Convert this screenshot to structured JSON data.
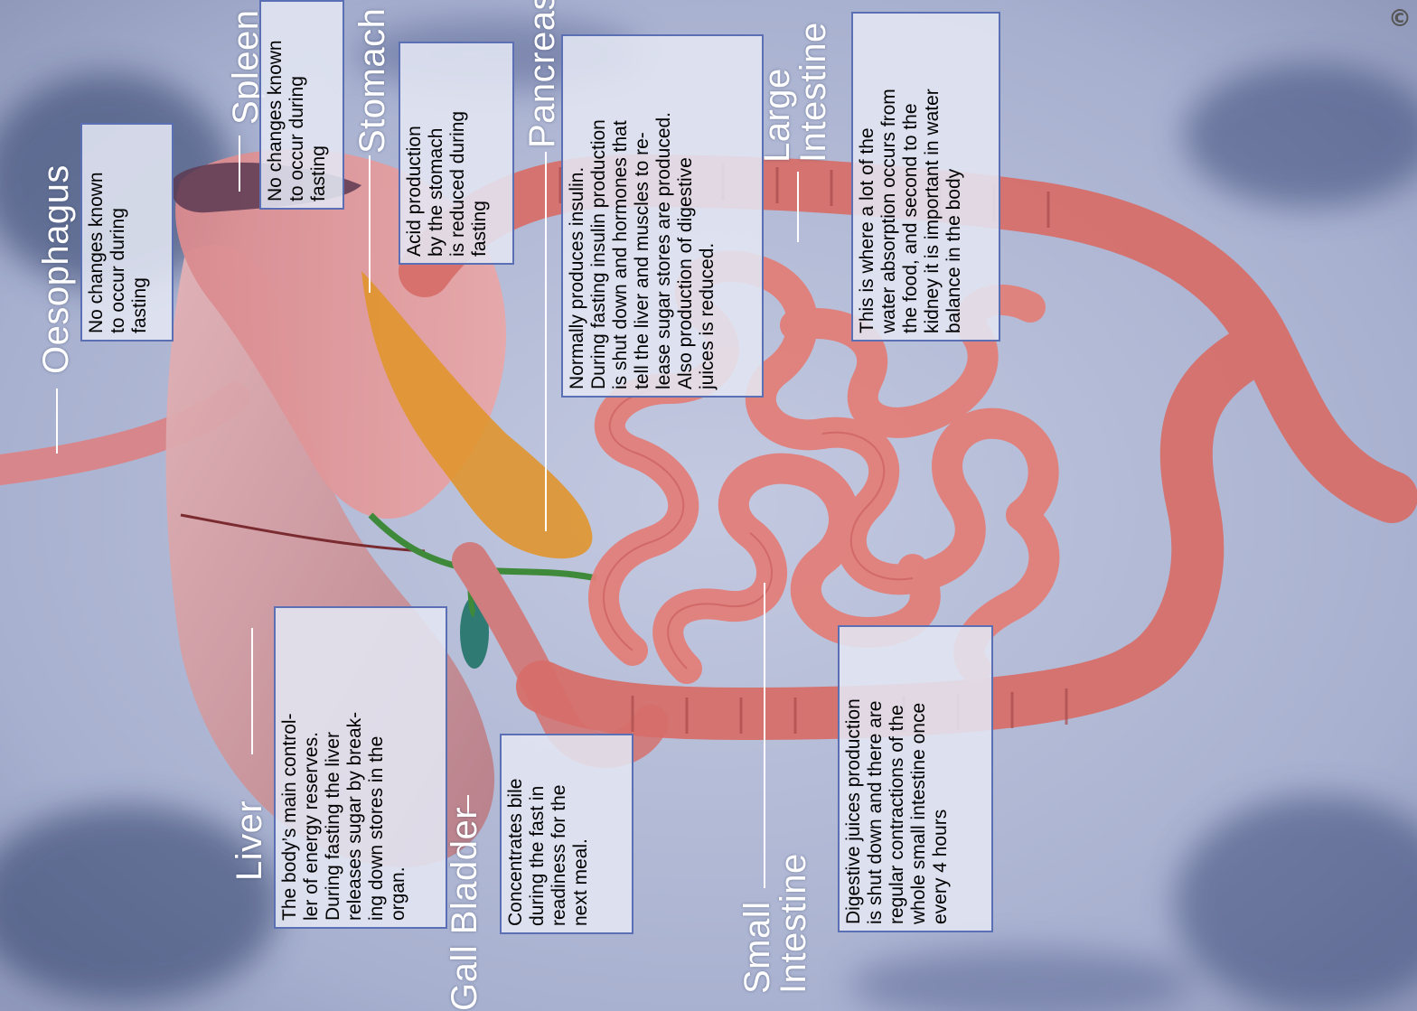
{
  "labels": {
    "oesophagus": "Oesophagus",
    "spleen": "Spleen",
    "stomach": "Stomach",
    "pancreas": "Pancreas",
    "large_intestine": "Large\nIntestine",
    "liver": "Liver",
    "gall_bladder": "Gall Bladder",
    "small_intestine": "Small\nIntestine"
  },
  "notes": {
    "oesophagus": "No changes known\nto occur during\nfasting",
    "spleen": "No changes known\nto occur during\nfasting",
    "stomach": "Acid production\nby the stomach\nis reduced during\nfasting",
    "pancreas": "Normally produces insulin.\nDuring fasting insulin production\nis shut down and hormones that\ntell the liver and muscles to re-\nlease sugar stores are produced.\nAlso production of digestive\njuices is reduced.",
    "large_intestine": "This is where a lot of the\nwater absorption occurs from\nthe food, and second to the\nkidney it is important in water\nbalance in the body",
    "liver": "The body’s main control-\nler of energy reserves.\nDuring fasting the liver\nreleases sugar by break-\ning down stores in the\norgan.",
    "gall_bladder": "Concentrates bile\nduring the fast in\nreadiness for the\nnext meal.",
    "small_intestine": "Digestive juices production\nis shut down and there are\nregular contractions of the\nwhole small intestine once\nevery 4 hours"
  },
  "copyright_symbol": "©",
  "colors": {
    "background": "#a9b3d2",
    "box_fill": "#e2e6f2",
    "box_border": "#5a6fb4",
    "label_text": "#ffffff",
    "intestine": "#d9706a",
    "liver": "#c98f95",
    "pancreas": "#e0952e",
    "bile_duct": "#3f8a3a"
  }
}
